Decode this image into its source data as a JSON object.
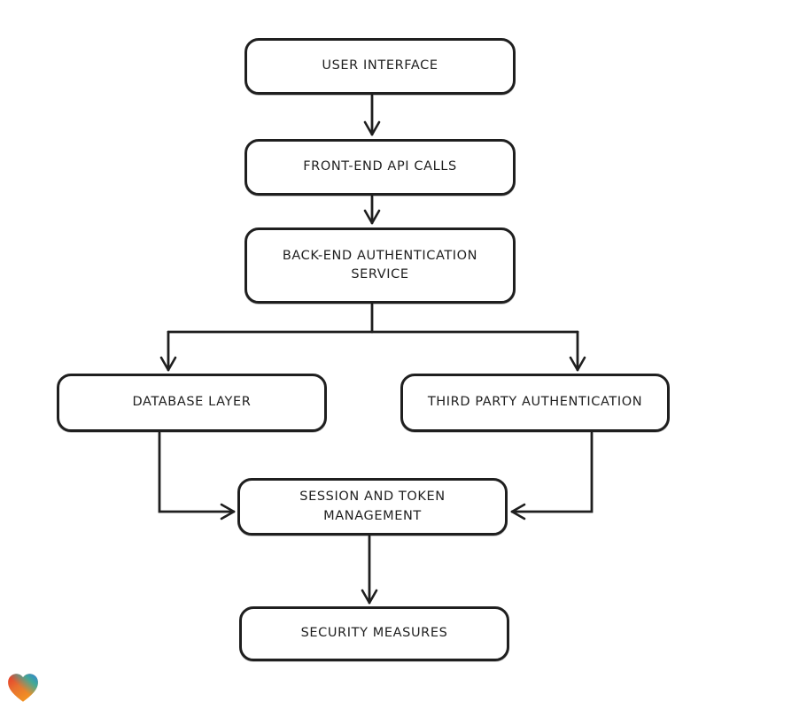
{
  "diagram": {
    "background_color": "#ffffff",
    "stroke_color": "#1f1f1f",
    "node_fill_color": "#ffffff",
    "nodes": [
      {
        "id": "user-interface",
        "label": "USER INTERFACE"
      },
      {
        "id": "front-end-api-calls",
        "label": "FRONT-END API CALLS"
      },
      {
        "id": "back-end-auth-service",
        "label": "BACK-END AUTHENTICATION SERVICE"
      },
      {
        "id": "database-layer",
        "label": "DATABASE LAYER"
      },
      {
        "id": "third-party-auth",
        "label": "THIRD PARTY AUTHENTICATION"
      },
      {
        "id": "session-token-management",
        "label": "SESSION AND TOKEN MANAGEMENT"
      },
      {
        "id": "security-measures",
        "label": "SECURITY MEASURES"
      }
    ],
    "edges": [
      {
        "from": "user-interface",
        "to": "front-end-api-calls"
      },
      {
        "from": "front-end-api-calls",
        "to": "back-end-auth-service"
      },
      {
        "from": "back-end-auth-service",
        "to": "database-layer"
      },
      {
        "from": "back-end-auth-service",
        "to": "third-party-auth"
      },
      {
        "from": "database-layer",
        "to": "session-token-management"
      },
      {
        "from": "third-party-auth",
        "to": "session-token-management"
      },
      {
        "from": "session-token-management",
        "to": "security-measures"
      }
    ],
    "logo": {
      "name": "gradient-heart-logo",
      "colors": {
        "red": "#e6352b",
        "teal": "#27b1a8",
        "blue": "#2a7de1",
        "orange": "#f59b1e"
      }
    }
  }
}
